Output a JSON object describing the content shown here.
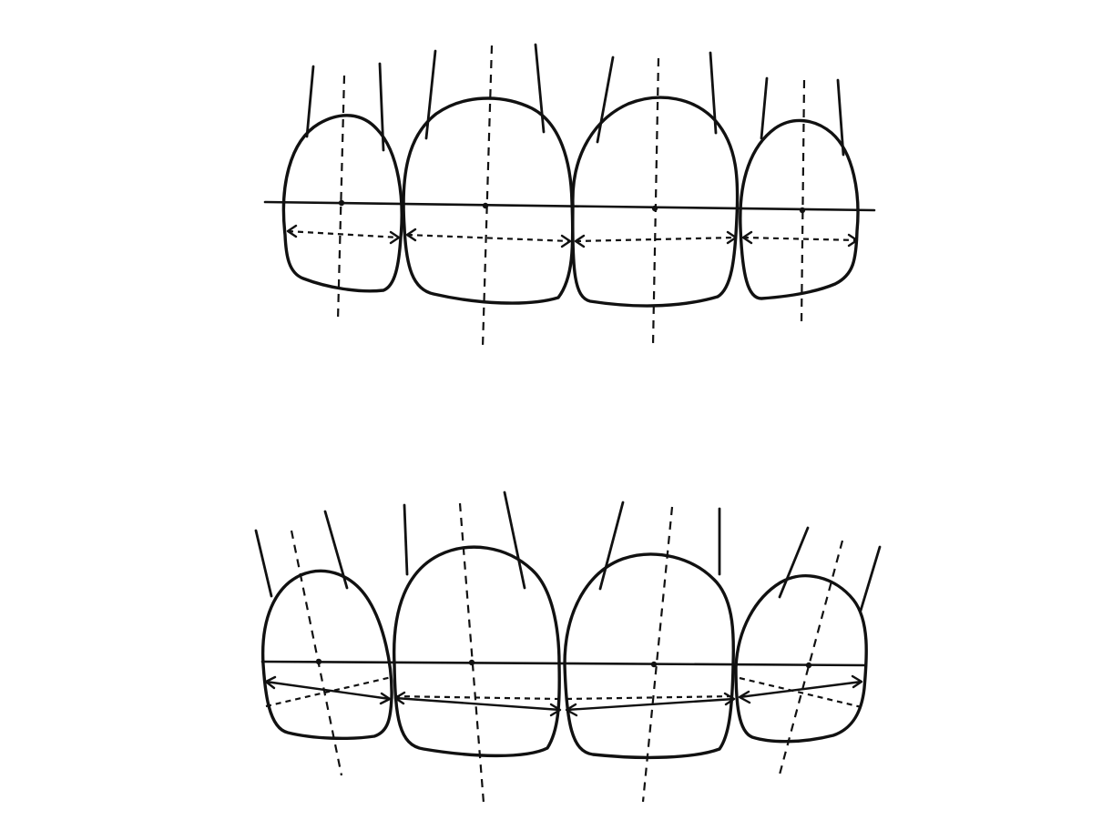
{
  "diagram": {
    "panels": [
      {
        "id": "top-row",
        "teeth": [
          "lateral-incisor-right",
          "central-incisor-right",
          "central-incisor-left",
          "lateral-incisor-left"
        ]
      },
      {
        "id": "bottom-row",
        "teeth": [
          "lateral-incisor-right",
          "central-incisor-right",
          "central-incisor-left",
          "lateral-incisor-left"
        ]
      }
    ],
    "colors": {
      "stroke": "#111111",
      "background": "#ffffff"
    }
  }
}
